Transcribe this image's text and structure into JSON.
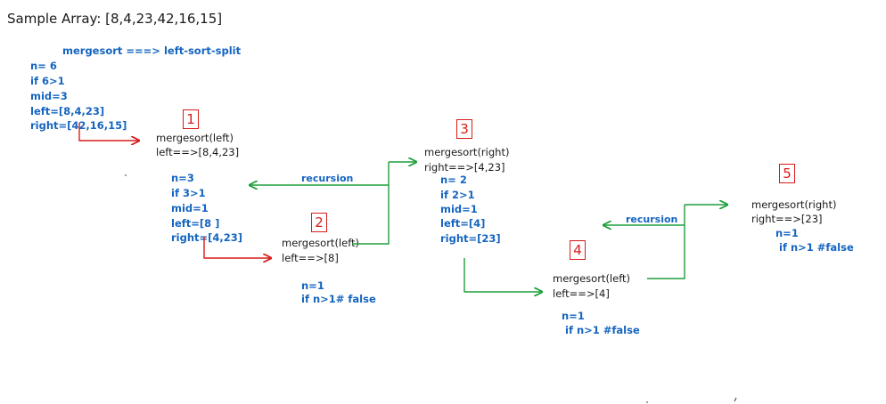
{
  "title": "Sample Array: [8,4,23,42,16,15]",
  "header": "mergesort ===> left-sort-split",
  "root": {
    "lines": [
      "n= 6",
      "if 6>1",
      "mid=3",
      "left=[8,4,23]",
      "right=[42,16,15]"
    ]
  },
  "node1": {
    "label": "1",
    "head": [
      "mergesort(left)",
      "left==>[8,4,23]"
    ],
    "body": [
      "n=3",
      "if 3>1",
      "mid=1",
      "left=[8 ]",
      "right=[4,23]"
    ]
  },
  "node2": {
    "label": "2",
    "head": [
      "mergesort(left)",
      "left==>[8]"
    ],
    "body": [
      "n=1",
      "if n>1# false"
    ]
  },
  "node3": {
    "label": "3",
    "head": [
      "mergesort(right)",
      "right==>[4,23]"
    ],
    "body": [
      "n= 2",
      "if 2>1",
      "mid=1",
      "left=[4]",
      "right=[23]"
    ]
  },
  "node4": {
    "label": "4",
    "head": [
      "mergesort(left)",
      "left==>[4]"
    ],
    "body": [
      "n=1",
      "if n>1 #false"
    ]
  },
  "node5": {
    "label": "5",
    "head": [
      "mergesort(right)",
      "right==>[23]"
    ],
    "body": [
      "n=1",
      "if n>1 #false"
    ]
  },
  "recursion_labels": [
    "recursion",
    "recursion"
  ],
  "colors": {
    "blue": "#1565c0",
    "red": "#d81b1b",
    "green": "#1e9e3a",
    "black": "#1a1a1a"
  }
}
